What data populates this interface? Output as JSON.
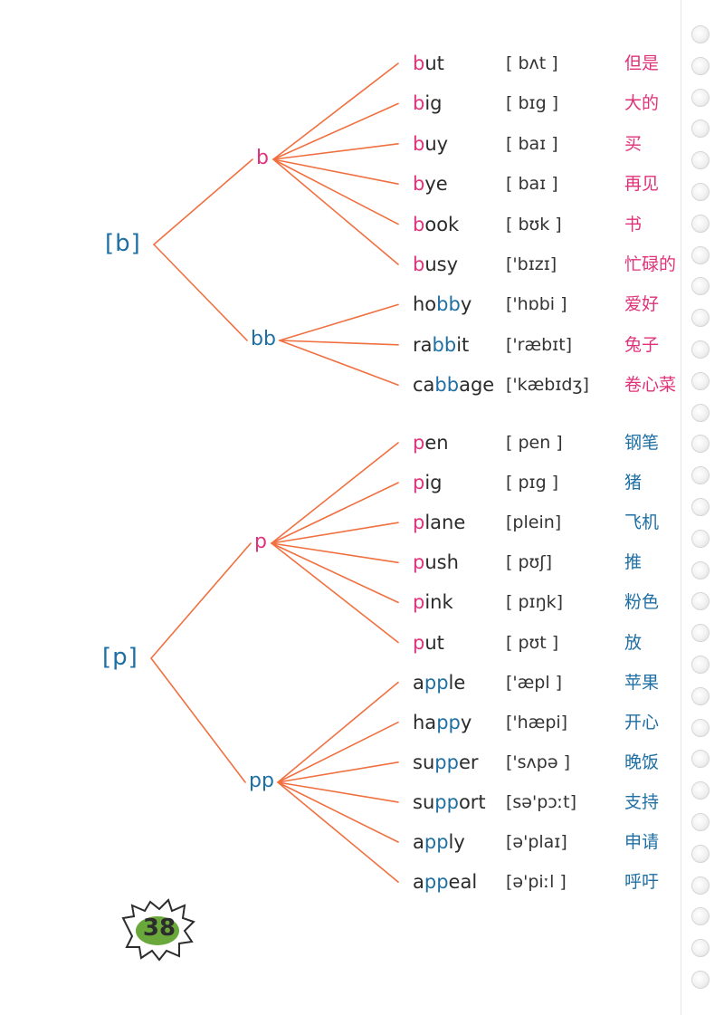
{
  "colors": {
    "pink": "#e0327a",
    "blue": "#1e6fa3",
    "line": "#f07040",
    "text": "#2b2b2b",
    "badge": "#6aa83c"
  },
  "page_number": "38",
  "groups": [
    {
      "sound": "[b]",
      "letter_color": "pink",
      "branches": [
        {
          "spelling": "b",
          "color": "pink",
          "words": [
            {
              "word": "but",
              "ipa": "[ bʌt ]",
              "meaning": "但是"
            },
            {
              "word": "big",
              "ipa": "[ bɪg ]",
              "meaning": "大的"
            },
            {
              "word": "buy",
              "ipa": "[ baɪ ]",
              "meaning": "买"
            },
            {
              "word": "bye",
              "ipa": "[ baɪ ]",
              "meaning": "再见"
            },
            {
              "word": "book",
              "ipa": "[ bʊk ]",
              "meaning": "书"
            },
            {
              "word": "busy",
              "ipa": "['bɪzɪ]",
              "meaning": "忙碌的"
            }
          ]
        },
        {
          "spelling": "bb",
          "color": "blue",
          "words": [
            {
              "word": "hobby",
              "ipa": "['hɒbi ]",
              "meaning": "爱好"
            },
            {
              "word": "rabbit",
              "ipa": "['ræbɪt]",
              "meaning": "兔子"
            },
            {
              "word": "cabbage",
              "ipa": "['kæbɪdʒ]",
              "meaning": "卷心菜"
            }
          ]
        }
      ]
    },
    {
      "sound": "[p]",
      "letter_color": "blue",
      "branches": [
        {
          "spelling": "p",
          "color": "pink",
          "words": [
            {
              "word": "pen",
              "ipa": "[ pen ]",
              "meaning": "钢笔"
            },
            {
              "word": "pig",
              "ipa": "[ pɪg ]",
              "meaning": "猪"
            },
            {
              "word": "plane",
              "ipa": "[plein]",
              "meaning": "飞机"
            },
            {
              "word": "push",
              "ipa": "[ pʊʃ]",
              "meaning": "推"
            },
            {
              "word": "pink",
              "ipa": "[ pɪŋk]",
              "meaning": "粉色"
            },
            {
              "word": "put",
              "ipa": "[ pʊt ]",
              "meaning": "放"
            }
          ]
        },
        {
          "spelling": "pp",
          "color": "blue",
          "words": [
            {
              "word": "apple",
              "ipa": "['æpl ]",
              "meaning": "苹果"
            },
            {
              "word": "happy",
              "ipa": "['hæpi]",
              "meaning": "开心"
            },
            {
              "word": "supper",
              "ipa": "['sʌpə ]",
              "meaning": "晚饭"
            },
            {
              "word": "support",
              "ipa": "[sə'pɔːt]",
              "meaning": "支持"
            },
            {
              "word": "apply",
              "ipa": "[ə'plaɪ]",
              "meaning": "申请"
            },
            {
              "word": "appeal",
              "ipa": "[ə'piːl ]",
              "meaning": "呼吁"
            }
          ]
        }
      ]
    }
  ]
}
